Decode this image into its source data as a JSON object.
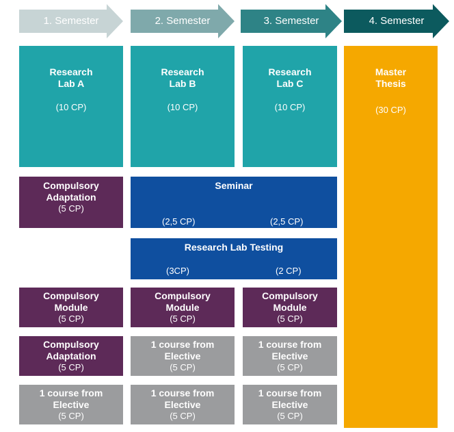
{
  "semesters": [
    {
      "label": "1. Semester",
      "color": "#c7d4d5"
    },
    {
      "label": "2. Semester",
      "color": "#7fa9ab"
    },
    {
      "label": "3. Semester",
      "color": "#2e8386"
    },
    {
      "label": "4. Semester",
      "color": "#0c5a5e"
    }
  ],
  "research_labs": [
    {
      "title_line1": "Research",
      "title_line2": "Lab A",
      "cp": "(10 CP)"
    },
    {
      "title_line1": "Research",
      "title_line2": "Lab B",
      "cp": "(10 CP)"
    },
    {
      "title_line1": "Research",
      "title_line2": "Lab C",
      "cp": "(10 CP)"
    }
  ],
  "master_thesis": {
    "title_line1": "Master",
    "title_line2": "Thesis",
    "cp": "(30 CP)"
  },
  "compulsory_adaptation_top": {
    "title_line1": "Compulsory",
    "title_line2": "Adaptation",
    "cp": "(5 CP)"
  },
  "seminar": {
    "title": "Seminar",
    "cp_left": "(2,5 CP)",
    "cp_right": "(2,5 CP)"
  },
  "research_lab_testing": {
    "title": "Research Lab Testing",
    "cp_left": "(3CP)",
    "cp_right": "(2 CP)"
  },
  "compulsory_modules": [
    {
      "title_line1": "Compulsory",
      "title_line2": "Module",
      "cp": "(5 CP)"
    },
    {
      "title_line1": "Compulsory",
      "title_line2": "Module",
      "cp": "(5 CP)"
    },
    {
      "title_line1": "Compulsory",
      "title_line2": "Module",
      "cp": "(5 CP)"
    }
  ],
  "row5": [
    {
      "title_line1": "Compulsory",
      "title_line2": "Adaptation",
      "cp": "(5 CP)"
    },
    {
      "title_line1": "1 course from",
      "title_line2": "Elective",
      "cp": "(5 CP)"
    },
    {
      "title_line1": "1 course from",
      "title_line2": "Elective",
      "cp": "(5 CP)"
    }
  ],
  "row6": [
    {
      "title_line1": "1 course from",
      "title_line2": "Elective",
      "cp": "(5 CP)"
    },
    {
      "title_line1": "1 course from",
      "title_line2": "Elective",
      "cp": "(5 CP)"
    },
    {
      "title_line1": "1 course from",
      "title_line2": "Elective",
      "cp": "(5 CP)"
    }
  ]
}
